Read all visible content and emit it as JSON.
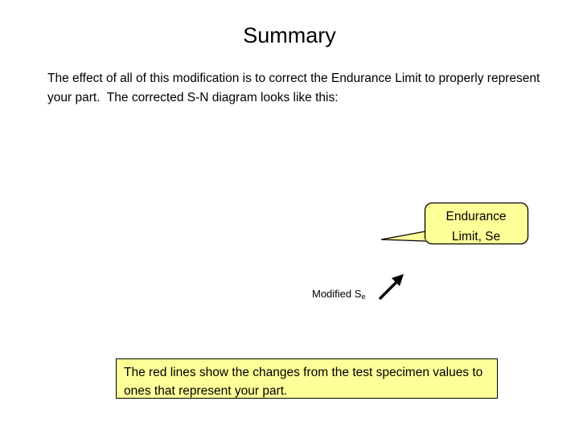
{
  "slide": {
    "title": "Summary",
    "background_color": "#ffffff",
    "body_text": "The effect of all of this modification is to correct the Endurance Limit to properly represent your part.  The corrected S-N diagram looks like this:"
  },
  "callout": {
    "name": "endurance-limit-callout",
    "text": "Endurance\nLimit, Se",
    "line1": "Endurance",
    "line2": "Limit, Se",
    "fill_color": "#ffff99",
    "border_color": "#000000"
  },
  "annotation": {
    "label_prefix": "Modified S",
    "label_subscript": "e",
    "arrow": "arrow-up-right"
  },
  "note_box": {
    "text": "The red lines show the changes from the test specimen values to ones that represent your part.",
    "fill_color": "#ffff99",
    "border_color": "#000000"
  }
}
